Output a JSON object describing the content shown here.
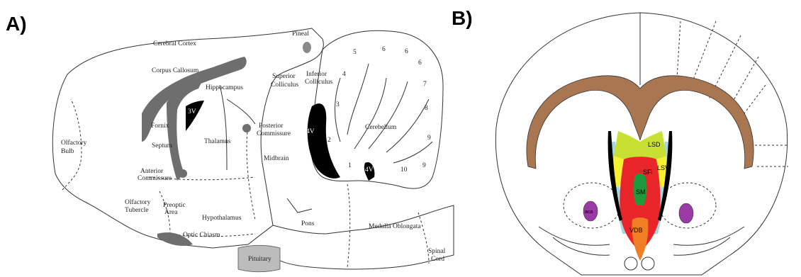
{
  "panels": {
    "a": {
      "label": "A)",
      "regions": {
        "cerebral_cortex": "Cerebral Cortex",
        "corpus_callosum": "Corpus Callosum",
        "hippocampus": "Hippocampus",
        "third_ventricle": "3V",
        "fornix": "Fornix",
        "septum": "Septum",
        "thalamus": "Thalamus",
        "olfactory_bulb_1": "Olfactory",
        "olfactory_bulb_2": "Bulb",
        "anterior_commissure_1": "Anterior",
        "anterior_commissure_2": "Commissure",
        "olfactory_tubercle_1": "Olfactory",
        "olfactory_tubercle_2": "Tubercle",
        "preoptic_area_1": "Preoptic",
        "preoptic_area_2": "Area",
        "hypothalamus": "Hypothalamus",
        "optic_chiasm": "Optic Chiasm",
        "pineal": "Pineal",
        "superior_colliculus_1": "Superior",
        "superior_colliculus_2": "Colliculus",
        "inferior_colliculus_1": "Inferior",
        "inferior_colliculus_2": "Colliculus",
        "posterior_commissure_1": "Posterior",
        "posterior_commissure_2": "Commissure",
        "midbrain": "Midbrain",
        "fourth_ventricle_upper": "4V",
        "fourth_ventricle_lower": "4V",
        "cerebellum": "Cerebellum",
        "pons": "Pons",
        "medulla_oblongata": "Medulla Oblongata",
        "pituitary": "Pituitary",
        "spinal_cord_1": "Spinal",
        "spinal_cord_2": "Cord"
      },
      "lobules": [
        "1",
        "2",
        "3",
        "4",
        "5",
        "6",
        "6",
        "6",
        "7",
        "8",
        "9",
        "9",
        "10"
      ]
    },
    "b": {
      "label": "B)",
      "regions": {
        "lsd": "LSD",
        "lsv": "LSV",
        "sfi": "SFi",
        "sm": "SM",
        "aca": "aca",
        "vdb": "VDB"
      },
      "colors": {
        "corpus_callosum": "#a87650",
        "lsd": "#c8e032",
        "lsv": "#f5f032",
        "sfi": "#e8262a",
        "sm": "#1e9a3c",
        "lateral_blue": "#a7d6e0",
        "vdb": "#f07e24",
        "aca": "#9b3aa6",
        "ventricle": "#000000"
      }
    }
  }
}
